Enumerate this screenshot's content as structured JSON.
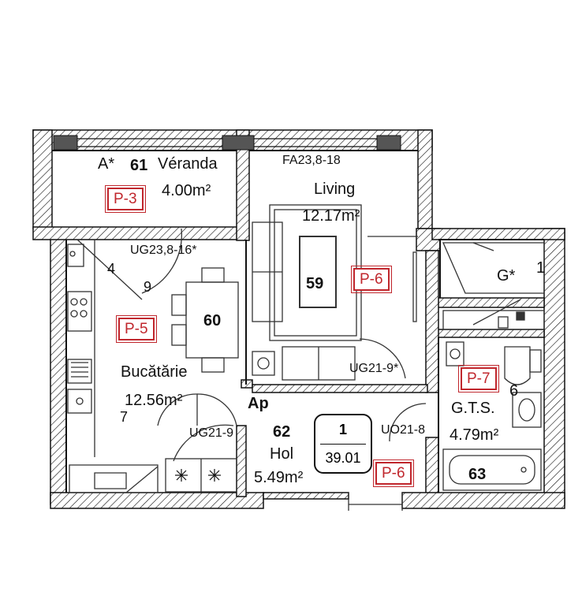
{
  "rooms": {
    "veranda": {
      "number": "61",
      "name": "Véranda",
      "area": "4.00m²",
      "tag": "P-3"
    },
    "living": {
      "number": "59",
      "name": "Living",
      "area": "12.17m²",
      "tag": "P-6"
    },
    "kitchen": {
      "number": "60",
      "name": "Bucătărie",
      "area": "12.56m²",
      "tag": "P-5"
    },
    "hall": {
      "number": "62",
      "name": "Hol",
      "area": "5.49m²",
      "tag": "P-6"
    },
    "bathroom": {
      "number": "63",
      "name": "G.T.S.",
      "area": "4.79m²",
      "tag": "P-7"
    }
  },
  "apartment": {
    "number": "1",
    "area": "39.01",
    "label": "Ap"
  },
  "codes": {
    "facade": "FA23,8-18",
    "door_kitchen": "UG23,8-16*",
    "door_living": "UG21-9*",
    "door_hall": "UG21-9",
    "door_bath": "UO21-8"
  },
  "markers": {
    "a": "A*",
    "g": "G*",
    "m1": "1",
    "m4": "4",
    "m6": "6",
    "m7": "7",
    "m9": "9"
  }
}
